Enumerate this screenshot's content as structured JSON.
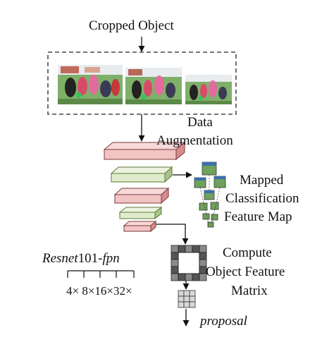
{
  "labels": {
    "cropped_object": "Cropped Object",
    "data_augmentation_line1": "Data",
    "data_augmentation_line2": "Augmentation",
    "mapped_line1": "Mapped",
    "mapped_line2": "Classification",
    "mapped_line3": "Feature Map",
    "compute_line1": "Compute",
    "compute_line2": "Object Feature",
    "compute_line3": "Matrix",
    "backbone_italic_a": "Resnet",
    "backbone_num": "101-",
    "backbone_italic_b": "fpn",
    "scales": "4× 8×16×32×",
    "proposal": "proposal"
  },
  "colors": {
    "pink_layer": "#f2c4c4",
    "pink_layer_side": "#d98c8c",
    "green_layer": "#dfeccb",
    "green_layer_side": "#a9c38a",
    "grid_dark": "#555555",
    "grid_light": "#d8d8d8"
  },
  "images": [
    {
      "name": "cropped-photo-1",
      "description": "crowd scene with people in colorful clothing"
    },
    {
      "name": "cropped-photo-2",
      "description": "crowd scene with people in colorful clothing"
    },
    {
      "name": "cropped-photo-3",
      "description": "crowd scene with people in colorful clothing"
    }
  ]
}
